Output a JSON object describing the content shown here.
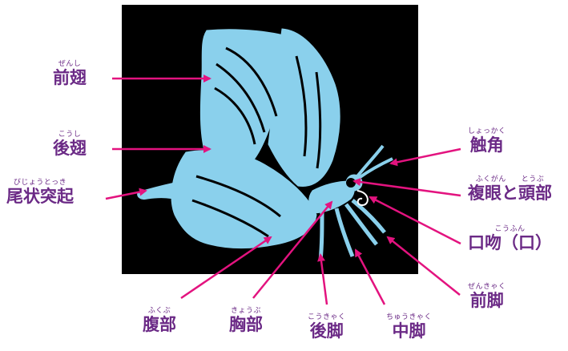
{
  "colors": {
    "photo_bg": "#000000",
    "butterfly": "#8ad0ec",
    "label_text": "#6b2a86",
    "arrow": "#e3137f"
  },
  "labels": {
    "forewing": {
      "ruby": "ぜんし",
      "text": "前翅"
    },
    "hindwing": {
      "ruby": "こうし",
      "text": "後翅"
    },
    "tail": {
      "ruby": "びじょうとっき",
      "text": "尾状突起"
    },
    "antenna": {
      "ruby": "しょっかく",
      "text": "触角"
    },
    "eye_head": {
      "ruby": "ふくがん　　とうぶ",
      "text": "複眼と頭部"
    },
    "proboscis": {
      "ruby": "こうふん",
      "text": "口吻（口）"
    },
    "foreleg": {
      "ruby": "ぜんきゃく",
      "text": "前脚"
    },
    "abdomen": {
      "ruby": "ふくぶ",
      "text": "腹部"
    },
    "thorax": {
      "ruby": "きょうぶ",
      "text": "胸部"
    },
    "hindleg": {
      "ruby": "こうきゃく",
      "text": "後脚"
    },
    "midleg": {
      "ruby": "ちゅうきゃく",
      "text": "中脚"
    }
  }
}
